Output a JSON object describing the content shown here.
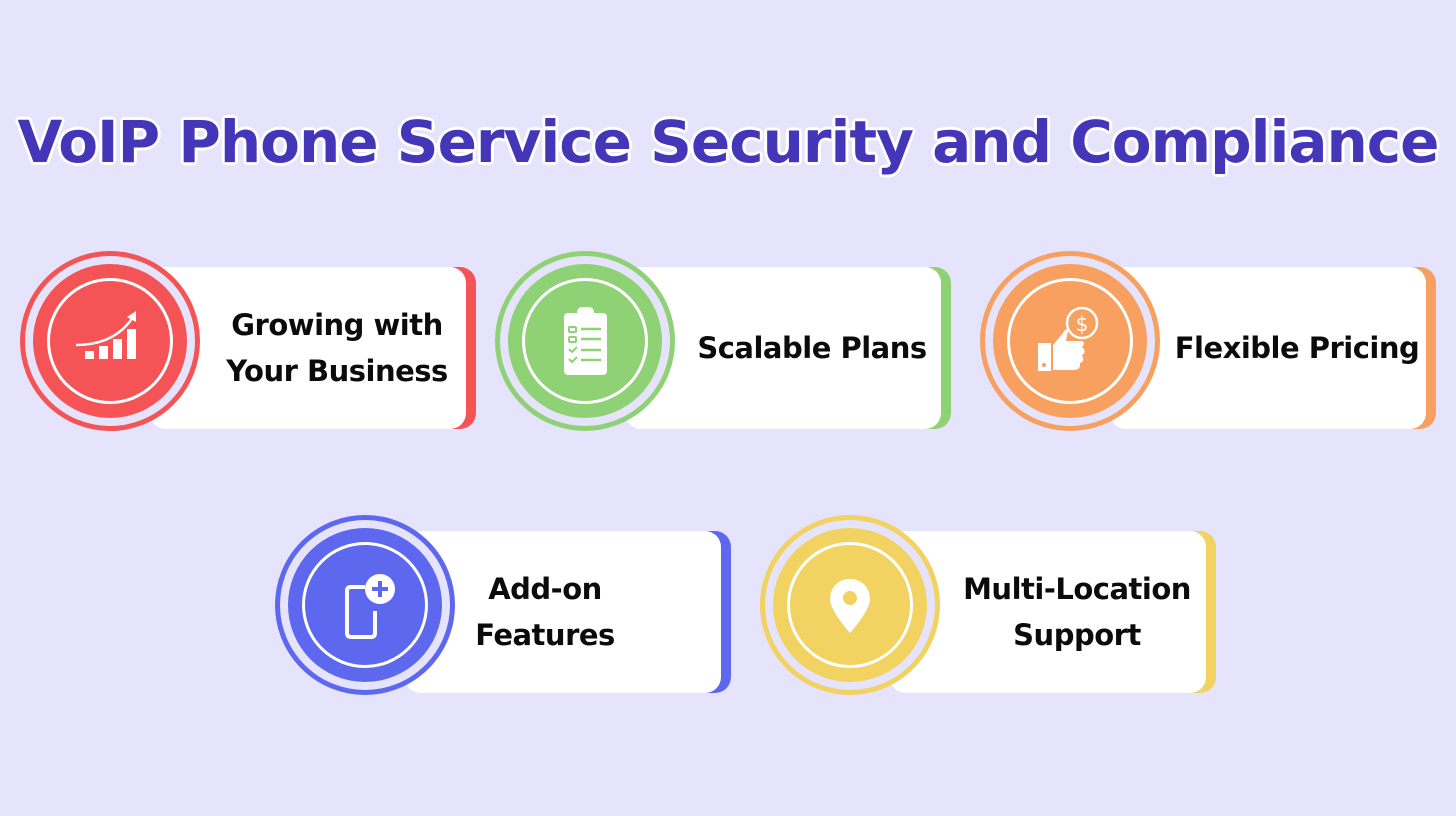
{
  "title": "VoIP Phone Service Security and Compliance",
  "colors": {
    "background": "#e6e4fc",
    "title": "#4535b8",
    "red": "#f45456",
    "green": "#8fd175",
    "orange": "#f7a060",
    "blue": "#5e68ef",
    "yellow": "#f2d260"
  },
  "items": [
    {
      "label_line1": "Growing with",
      "label_line2": "Your Business",
      "icon": "growth-chart-icon",
      "color": "#f45456"
    },
    {
      "label_line1": "Scalable Plans",
      "label_line2": "",
      "icon": "clipboard-checklist-icon",
      "color": "#8fd175"
    },
    {
      "label_line1": "Flexible Pricing",
      "label_line2": "",
      "icon": "thumbs-up-dollar-icon",
      "color": "#f7a060"
    },
    {
      "label_line1": "Add-on",
      "label_line2": "Features",
      "icon": "phone-plus-icon",
      "color": "#5e68ef"
    },
    {
      "label_line1": "Multi-Location",
      "label_line2": "Support",
      "icon": "location-pin-icon",
      "color": "#f2d260"
    }
  ]
}
